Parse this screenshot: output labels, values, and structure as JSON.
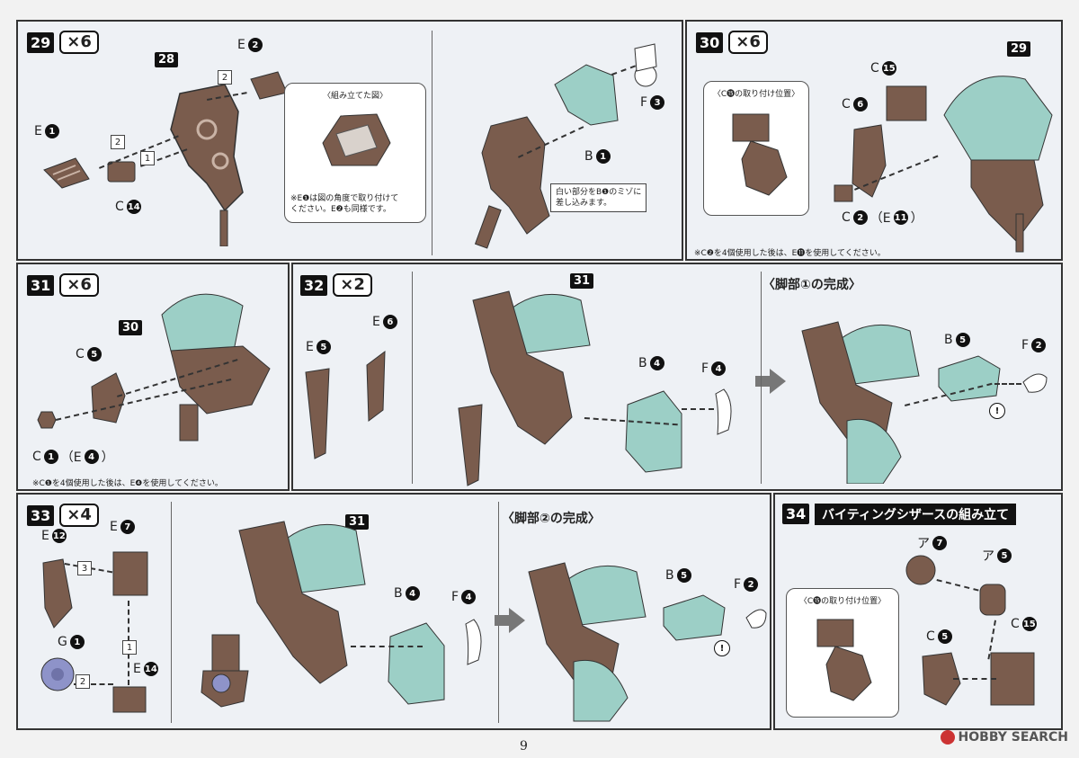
{
  "steps": {
    "s29": {
      "num": "29",
      "mult": "×6",
      "ref": "28",
      "labels": {
        "e2": "E",
        "e1": "E",
        "c14": "C",
        "b1": "B",
        "f3": "F"
      },
      "circ": {
        "e2": "2",
        "e1": "1",
        "c14": "14",
        "b1": "1",
        "f3": "3"
      },
      "sq": [
        "2",
        "2",
        "1"
      ],
      "callout_title": "〈組み立てた図〉",
      "callout_note_1": "※E❶は図の角度で取り付けて",
      "callout_note_2": "ください。E❷も同様です。",
      "info_1": "白い部分をB❶のミゾに",
      "info_2": "差し込みます。"
    },
    "s30": {
      "num": "30",
      "mult": "×6",
      "ref": "29",
      "labels": {
        "c15": "C",
        "c6": "C",
        "c2": "C"
      },
      "circ": {
        "c15": "15",
        "c6": "6",
        "c2": "2",
        "e11": "11"
      },
      "c2_suffix_open": "（E",
      "c2_suffix_close": "）",
      "callout_title": "〈C⓯の取り付け位置〉",
      "note": "※C❷を4個使用した後は、E⓫を使用してください。"
    },
    "s31": {
      "num": "31",
      "mult": "×6",
      "ref": "30",
      "labels": {
        "c5": "C",
        "c1": "C"
      },
      "circ": {
        "c5": "5",
        "c1": "1",
        "e4": "4"
      },
      "c1_suffix_open": "（E",
      "c1_suffix_close": "）",
      "note": "※C❶を4個使用した後は、E❹を使用してください。"
    },
    "s32": {
      "num": "32",
      "mult": "×2",
      "ref": "31",
      "labels": {
        "e5": "E",
        "e6": "E",
        "b4": "B",
        "f4": "F",
        "b5": "B",
        "f2": "F"
      },
      "circ": {
        "e5": "5",
        "e6": "6",
        "b4": "4",
        "f4": "4",
        "b5": "5",
        "f2": "2"
      },
      "heading": "〈脚部①の完成〉"
    },
    "s33": {
      "num": "33",
      "mult": "×4",
      "ref": "31",
      "labels": {
        "e12": "E",
        "e7": "E",
        "g1": "G",
        "e14": "E",
        "b4": "B",
        "f4": "F",
        "b5": "B",
        "f2": "F"
      },
      "circ": {
        "e12": "12",
        "e7": "7",
        "g1": "1",
        "e14": "14",
        "b4": "4",
        "f4": "4",
        "b5": "5",
        "f2": "2"
      },
      "sq": [
        "3",
        "1",
        "2"
      ],
      "heading": "〈脚部②の完成〉"
    },
    "s34": {
      "num": "34",
      "title": "バイティングシザースの組み立て",
      "labels": {
        "a7": "ア",
        "a5": "ア",
        "c5": "C",
        "c15": "C"
      },
      "circ": {
        "a7": "7",
        "a5": "5",
        "c5": "5",
        "c15": "15"
      },
      "callout_title": "〈C⓯の取り付け位置〉"
    }
  },
  "page_number": "9",
  "watermark": "HOBBY SEARCH",
  "colors": {
    "brown": "#7a5c4d",
    "mint": "#9ccfc6",
    "purple": "#8e93c9",
    "ink": "#111111"
  }
}
